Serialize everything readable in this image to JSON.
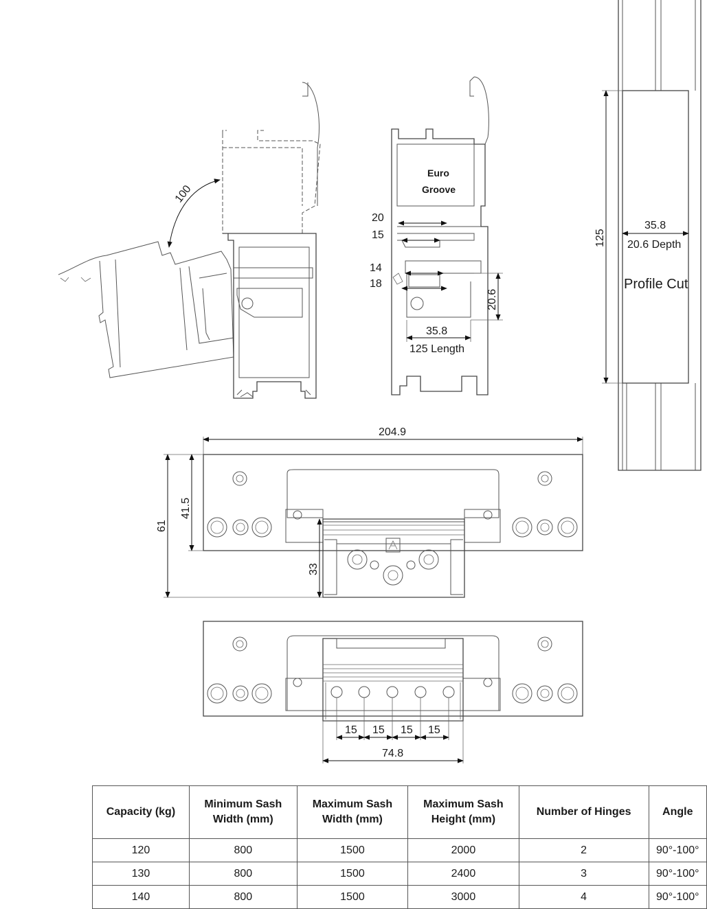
{
  "labels": {
    "euro": "Euro",
    "groove": "Groove",
    "angle": "100",
    "profile_cut": "Profile Cut"
  },
  "dims": {
    "d20": "20",
    "d15": "15",
    "d14": "14",
    "d18": "18",
    "d20_6": "20.6",
    "d35_8_a": "35.8",
    "length": "125 Length",
    "d125": "125",
    "d35_8_b": "35.8",
    "depth": "20.6 Depth",
    "d204_9": "204.9",
    "d61": "61",
    "d41_5": "41.5",
    "d33": "33",
    "pitch": [
      "15",
      "15",
      "15",
      "15"
    ],
    "d74_8": "74.8"
  },
  "table": {
    "headers": [
      [
        "Capacity (kg)"
      ],
      [
        "Minimum Sash",
        "Width (mm)"
      ],
      [
        "Maximum Sash",
        "Width (mm)"
      ],
      [
        "Maximum Sash",
        "Height (mm)"
      ],
      [
        "Number of Hinges"
      ],
      [
        "Angle"
      ]
    ],
    "rows": [
      [
        "120",
        "800",
        "1500",
        "2000",
        "2",
        "90°-100°"
      ],
      [
        "130",
        "800",
        "1500",
        "2400",
        "3",
        "90°-100°"
      ],
      [
        "140",
        "800",
        "1500",
        "3000",
        "4",
        "90°-100°"
      ]
    ]
  }
}
